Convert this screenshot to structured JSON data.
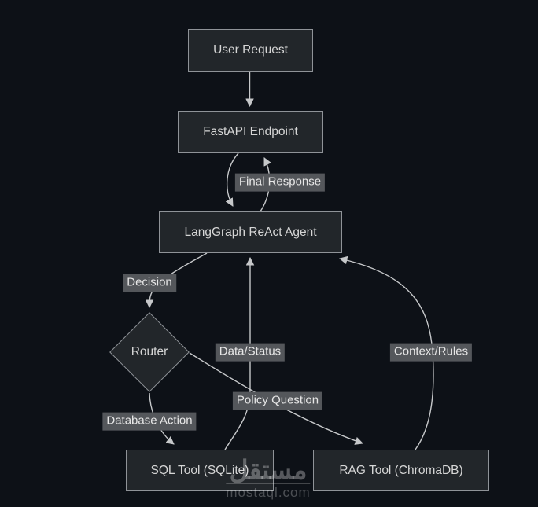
{
  "diagram": {
    "type": "flowchart",
    "nodes": [
      {
        "id": "user_request",
        "label": "User Request",
        "shape": "rect"
      },
      {
        "id": "fastapi",
        "label": "FastAPI Endpoint",
        "shape": "rect"
      },
      {
        "id": "agent",
        "label": "LangGraph ReAct Agent",
        "shape": "rect"
      },
      {
        "id": "router",
        "label": "Router",
        "shape": "diamond"
      },
      {
        "id": "sql_tool",
        "label": "SQL Tool (SQLite)",
        "shape": "rect"
      },
      {
        "id": "rag_tool",
        "label": "RAG Tool (ChromaDB)",
        "shape": "rect"
      }
    ],
    "edges": [
      {
        "from": "user_request",
        "to": "fastapi",
        "label": ""
      },
      {
        "from": "fastapi",
        "to": "agent",
        "label": ""
      },
      {
        "from": "agent",
        "to": "fastapi",
        "label": "Final Response"
      },
      {
        "from": "agent",
        "to": "router",
        "label": "Decision"
      },
      {
        "from": "router",
        "to": "sql_tool",
        "label": "Database Action"
      },
      {
        "from": "router",
        "to": "rag_tool",
        "label": "Policy Question"
      },
      {
        "from": "sql_tool",
        "to": "agent",
        "label": "Data/Status"
      },
      {
        "from": "rag_tool",
        "to": "agent",
        "label": "Context/Rules"
      }
    ],
    "colors": {
      "background": "#0d1117",
      "node_fill": "#22262a",
      "node_border": "#8f9398",
      "node_text": "#d6d6d6",
      "edge_stroke": "#c6c8ca",
      "edge_label_background": "#54575b",
      "edge_label_text": "#e7e7e7"
    },
    "watermark": {
      "brand_arabic": "مستقل",
      "brand_domain": "mostaql.com"
    }
  }
}
